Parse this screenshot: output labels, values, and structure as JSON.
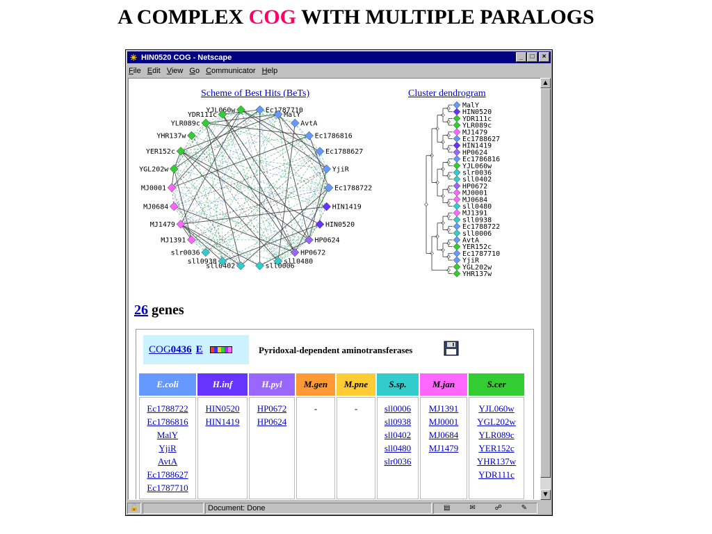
{
  "slide": {
    "title_pre": "A COMPLEX",
    "title_accent": "COG",
    "title_post": "WITH MULTIPLE PARALOGS",
    "accent_color": "#ff0066"
  },
  "window": {
    "title": "HIN0520 COG - Netscape",
    "icon": "netscape-icon",
    "buttons": [
      "_",
      "□",
      "×"
    ],
    "menu": [
      "File",
      "Edit",
      "View",
      "Go",
      "Communicator",
      "Help"
    ],
    "status": "Document: Done"
  },
  "page": {
    "bets_link": "Scheme of Best Hits (BeTs)",
    "dendro_link": "Cluster dendrogram",
    "gene_count": "26",
    "genes_word": "genes",
    "cog": {
      "prefix": "COG",
      "number": "0436",
      "category": "E",
      "description": "Pyridoxal-dependent aminotransferases"
    }
  },
  "bets": {
    "nodes": [
      {
        "label": "YJL060w",
        "color": "#33cc33"
      },
      {
        "label": "Ec1787710",
        "color": "#6699ff"
      },
      {
        "label": "MalY",
        "color": "#6699ff"
      },
      {
        "label": "AvtA",
        "color": "#6699ff"
      },
      {
        "label": "Ec1786816",
        "color": "#6699ff"
      },
      {
        "label": "Ec1788627",
        "color": "#6699ff"
      },
      {
        "label": "YjiR",
        "color": "#6699ff"
      },
      {
        "label": "Ec1788722",
        "color": "#6699ff"
      },
      {
        "label": "HIN1419",
        "color": "#6633ff"
      },
      {
        "label": "HIN0520",
        "color": "#6633ff"
      },
      {
        "label": "HP0624",
        "color": "#9966ff"
      },
      {
        "label": "HP0672",
        "color": "#9966ff"
      },
      {
        "label": "sll0480",
        "color": "#33cccc"
      },
      {
        "label": "sll0006",
        "color": "#33cccc"
      },
      {
        "label": "sll0402",
        "color": "#33cccc"
      },
      {
        "label": "sll0938",
        "color": "#33cccc"
      },
      {
        "label": "slr0036",
        "color": "#33cccc"
      },
      {
        "label": "MJ1391",
        "color": "#ff66ff"
      },
      {
        "label": "MJ1479",
        "color": "#ff66ff"
      },
      {
        "label": "MJ0684",
        "color": "#ff66ff"
      },
      {
        "label": "MJ0001",
        "color": "#ff66ff"
      },
      {
        "label": "YGL202w",
        "color": "#33cc33"
      },
      {
        "label": "YER152c",
        "color": "#33cc33"
      },
      {
        "label": "YHR137w",
        "color": "#33cc33"
      },
      {
        "label": "YLR089c",
        "color": "#33cc33"
      },
      {
        "label": "YDR111c",
        "color": "#33cc33"
      }
    ]
  },
  "dendrogram": {
    "leaves": [
      {
        "label": "MalY",
        "color": "#6699ff"
      },
      {
        "label": "HIN0520",
        "color": "#6633ff"
      },
      {
        "label": "YDR111c",
        "color": "#33cc33"
      },
      {
        "label": "YLR089c",
        "color": "#33cc33"
      },
      {
        "label": "MJ1479",
        "color": "#ff66ff"
      },
      {
        "label": "Ec1788627",
        "color": "#6699ff"
      },
      {
        "label": "HIN1419",
        "color": "#6633ff"
      },
      {
        "label": "HP0624",
        "color": "#9966ff"
      },
      {
        "label": "Ec1786816",
        "color": "#6699ff"
      },
      {
        "label": "YJL060w",
        "color": "#33cc33"
      },
      {
        "label": "slr0036",
        "color": "#33cccc"
      },
      {
        "label": "sll0402",
        "color": "#33cccc"
      },
      {
        "label": "HP0672",
        "color": "#9966ff"
      },
      {
        "label": "MJ0001",
        "color": "#ff66ff"
      },
      {
        "label": "MJ0684",
        "color": "#ff66ff"
      },
      {
        "label": "sll0480",
        "color": "#33cccc"
      },
      {
        "label": "MJ1391",
        "color": "#ff66ff"
      },
      {
        "label": "sll0938",
        "color": "#33cccc"
      },
      {
        "label": "Ec1788722",
        "color": "#6699ff"
      },
      {
        "label": "sll0006",
        "color": "#33cccc"
      },
      {
        "label": "AvtA",
        "color": "#6699ff"
      },
      {
        "label": "YER152c",
        "color": "#33cc33"
      },
      {
        "label": "Ec1787710",
        "color": "#6699ff"
      },
      {
        "label": "YjiR",
        "color": "#6699ff"
      },
      {
        "label": "YGL202w",
        "color": "#33cc33"
      },
      {
        "label": "YHR137w",
        "color": "#33cc33"
      }
    ]
  },
  "organisms": [
    {
      "name": "E.coli",
      "color": "#6699ff",
      "genes": [
        "Ec1788722",
        "Ec1786816",
        "MalY",
        "YjiR",
        "AvtA",
        "Ec1788627",
        "Ec1787710"
      ]
    },
    {
      "name": "H.inf",
      "color": "#6633ff",
      "genes": [
        "HIN0520",
        "HIN1419"
      ]
    },
    {
      "name": "H.pyl",
      "color": "#9966ff",
      "genes": [
        "HP0672",
        "HP0624"
      ]
    },
    {
      "name": "M.gen",
      "color": "#ff9933",
      "genes": []
    },
    {
      "name": "M.pne",
      "color": "#ffcc33",
      "genes": []
    },
    {
      "name": "S.sp.",
      "color": "#33cccc",
      "genes": [
        "sll0006",
        "sll0938",
        "sll0402",
        "sll0480",
        "slr0036"
      ]
    },
    {
      "name": "M.jan",
      "color": "#ff66ff",
      "genes": [
        "MJ1391",
        "MJ0001",
        "MJ0684",
        "MJ1479"
      ]
    },
    {
      "name": "S.cer",
      "color": "#33cc33",
      "genes": [
        "YJL060w",
        "YGL202w",
        "YLR089c",
        "YER152c",
        "YHR137w",
        "YDR111c"
      ]
    }
  ],
  "empty_marker": "-",
  "palette_colors": [
    "#ff3333",
    "#3333ff",
    "#ffcc00",
    "#33cc33",
    "#9933ff",
    "#ff66ff"
  ]
}
